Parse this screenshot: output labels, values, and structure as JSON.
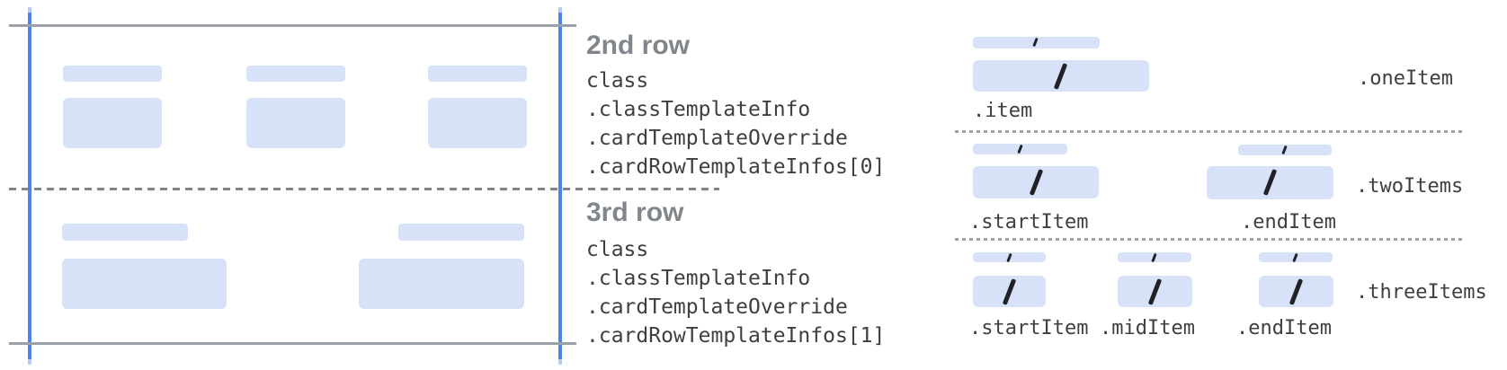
{
  "colors": {
    "accent_blue": "#4d82ec",
    "placeholder_blue": "#d7e2f9",
    "line_gray": "#9aa0a6",
    "dash_gray": "#80868b",
    "heading_gray": "#80868b",
    "code_text": "#3c4043",
    "slash": "#202124"
  },
  "middle": {
    "row2": {
      "heading": "2nd row",
      "code": [
        "class",
        ".classTemplateInfo",
        ".cardTemplateOverride",
        ".cardRowTemplateInfos[0]"
      ]
    },
    "row3": {
      "heading": "3rd row",
      "code": [
        "class",
        ".classTemplateInfo",
        ".cardTemplateOverride",
        ".cardRowTemplateInfos[1]"
      ]
    }
  },
  "legend": {
    "sections": [
      {
        "name": ".oneItem",
        "item_labels": [
          ".item"
        ]
      },
      {
        "name": ".twoItems",
        "item_labels": [
          ".startItem",
          ".endItem"
        ]
      },
      {
        "name": ".threeItems",
        "item_labels": [
          ".startItem",
          ".midItem",
          ".endItem"
        ]
      }
    ]
  }
}
